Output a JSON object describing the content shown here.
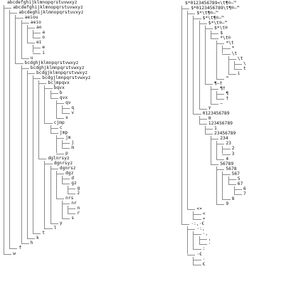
{
  "tree_left": [
    {
      "label": "abcdefghijklmnopqrstuvwxyz",
      "children": [
        {
          "label": "abcdefghijklmnopqrstuvwxyz",
          "children": [
            {
              "label": "abcdeghijklmnopqrstuvxyz",
              "children": [
                {
                  "label": "aeiou",
                  "children": [
                    {
                      "label": "aeio",
                      "children": [
                        {
                          "label": "ao",
                          "children": [
                            {
                              "label": "a"
                            },
                            {
                              "label": "o"
                            }
                          ]
                        },
                        {
                          "label": "ei",
                          "children": [
                            {
                              "label": "e"
                            },
                            {
                              "label": "i"
                            }
                          ]
                        }
                      ]
                    },
                    {
                      "label": "u"
                    }
                  ]
                },
                {
                  "label": "bcdghjklmnpqrstvwxyz",
                  "children": [
                    {
                      "label": "bcdghjklmnpqrstvwxyz",
                      "children": [
                        {
                          "label": "bcdgjklmnpqrstvwxyz",
                          "children": [
                            {
                              "label": "bcdgjlmnpqrstvwxyz",
                              "children": [
                                {
                                  "label": "bcjmpqvx",
                                  "children": [
                                    {
                                      "label": "bqvx",
                                      "children": [
                                        {
                                          "label": "b"
                                        },
                                        {
                                          "label": "qvx",
                                          "children": [
                                            {
                                              "label": "qv",
                                              "children": [
                                                {
                                                  "label": "q"
                                                },
                                                {
                                                  "label": "v"
                                                }
                                              ]
                                            },
                                            {
                                              "label": "x"
                                            }
                                          ]
                                        }
                                      ]
                                    },
                                    {
                                      "label": "cjmp",
                                      "children": [
                                        {
                                          "label": "c"
                                        },
                                        {
                                          "label": "jmp",
                                          "children": [
                                            {
                                              "label": "jm",
                                              "children": [
                                                {
                                                  "label": "j"
                                                },
                                                {
                                                  "label": "m"
                                                }
                                              ]
                                            },
                                            {
                                              "label": "p"
                                            }
                                          ]
                                        }
                                      ]
                                    }
                                  ]
                                },
                                {
                                  "label": "dglnrsyz",
                                  "children": [
                                    {
                                      "label": "dgnrsyz",
                                      "children": [
                                        {
                                          "label": "dgnrsz",
                                          "children": [
                                            {
                                              "label": "dgz",
                                              "children": [
                                                {
                                                  "label": "d"
                                                },
                                                {
                                                  "label": "gz",
                                                  "children": [
                                                    {
                                                      "label": "g"
                                                    },
                                                    {
                                                      "label": "z"
                                                    }
                                                  ]
                                                }
                                              ]
                                            },
                                            {
                                              "label": "nrs",
                                              "children": [
                                                {
                                                  "label": "nr",
                                                  "children": [
                                                    {
                                                      "label": "n"
                                                    },
                                                    {
                                                      "label": "r"
                                                    }
                                                  ]
                                                },
                                                {
                                                  "label": "s"
                                                }
                                              ]
                                            }
                                          ]
                                        },
                                        {
                                          "label": "y"
                                        }
                                      ]
                                    },
                                    {
                                      "label": "l"
                                    }
                                  ]
                                }
                              ]
                            },
                            {
                              "label": "t"
                            }
                          ]
                        },
                        {
                          "label": "k"
                        }
                      ]
                    },
                    {
                      "label": "h"
                    }
                  ]
                }
              ]
            },
            {
              "label": "f"
            }
          ]
        },
        {
          "label": "w"
        }
      ]
    }
  ],
  "tree_right": [
    {
      "label": "$*0123456789<\\t¶®–™",
      "children": [
        {
          "label": "$*0123456789\\t¶®–™",
          "children": [
            {
              "label": "$*\\t¶®–™",
              "children": [
                {
                  "label": "$*\\t¶®–™",
                  "children": [
                    {
                      "label": "$*\\t®–™",
                      "children": [
                        {
                          "label": "$*\\t®",
                          "children": [
                            {
                              "label": "$"
                            },
                            {
                              "label": "*\\t®",
                              "children": [
                                {
                                  "label": "*\\t",
                                  "children": [
                                    {
                                      "label": "*"
                                    },
                                    {
                                      "label": "\\t",
                                      "children": [
                                        {
                                          "label": "\\t",
                                          "children": [
                                            {
                                              "label": "\\"
                                            },
                                            {
                                              "label": "t"
                                            }
                                          ]
                                        },
                                        {
                                          "label": "i"
                                        }
                                      ]
                                    }
                                  ]
                                },
                                {
                                  "label": "™"
                                }
                              ]
                            }
                          ]
                        },
                        {
                          "label": "¶–†",
                          "children": [
                            {
                              "label": "¶†",
                              "children": [
                                {
                                  "label": "¶"
                                },
                                {
                                  "label": "†"
                                }
                              ]
                            },
                            {
                              "label": "–"
                            }
                          ]
                        }
                      ]
                    },
                    {
                      "label": "Y"
                    }
                  ]
                },
                {
                  "label": "0123456789",
                  "children": [
                    {
                      "label": "0"
                    },
                    {
                      "label": "123456789",
                      "children": [
                        {
                          "label": "1"
                        },
                        {
                          "label": "23456789",
                          "children": [
                            {
                              "label": "234",
                              "children": [
                                {
                                  "label": "23",
                                  "children": [
                                    {
                                      "label": "2"
                                    },
                                    {
                                      "label": "3"
                                    }
                                  ]
                                },
                                {
                                  "label": "4"
                                }
                              ]
                            },
                            {
                              "label": "56789",
                              "children": [
                                {
                                  "label": "5678",
                                  "children": [
                                    {
                                      "label": "567",
                                      "children": [
                                        {
                                          "label": "5"
                                        },
                                        {
                                          "label": "67",
                                          "children": [
                                            {
                                              "label": "6"
                                            },
                                            {
                                              "label": "7"
                                            }
                                          ]
                                        }
                                      ]
                                    },
                                    {
                                      "label": "8"
                                    }
                                  ]
                                },
                                {
                                  "label": "9"
                                }
                              ]
                            }
                          ]
                        }
                      ]
                    }
                  ]
                }
              ]
            },
            {
              "label": "<¤",
              "children": [
                {
                  "label": "<"
                },
                {
                  "label": "¤"
                }
              ]
            }
          ]
        },
        {
          "label": "·:,·€",
          "children": [
            {
              "label": "·:,",
              "children": [
                {
                  "label": "·,",
                  "children": [
                    {
                      "label": ","
                    },
                    {
                      "label": "·"
                    }
                  ]
                },
                {
                  "label": ":"
                }
              ]
            },
            {
              "label": "·€",
              "children": [
                {
                  "label": "·"
                },
                {
                  "label": "€"
                }
              ]
            }
          ]
        }
      ]
    }
  ]
}
